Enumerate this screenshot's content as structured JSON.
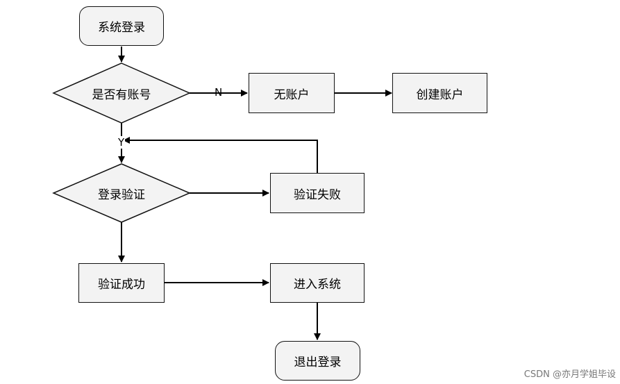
{
  "nodes": {
    "start": "系统登录",
    "has_account": "是否有账号",
    "no_account": "无账户",
    "create_account": "创建账户",
    "login_verify": "登录验证",
    "verify_fail": "验证失败",
    "verify_success": "验证成功",
    "enter_system": "进入系统",
    "logout": "退出登录"
  },
  "edge_labels": {
    "no": "N",
    "yes": "Y"
  },
  "watermark": "CSDN @亦月学姐毕设"
}
